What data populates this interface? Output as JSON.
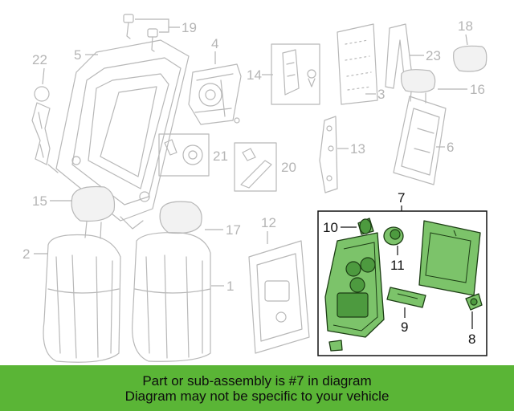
{
  "callouts": {
    "c1": "1",
    "c2": "2",
    "c3": "3",
    "c4": "4",
    "c5": "5",
    "c6": "6",
    "c7": "7",
    "c8": "8",
    "c9": "9",
    "c10": "10",
    "c11": "11",
    "c12": "12",
    "c13": "13",
    "c14": "14",
    "c15": "15",
    "c16": "16",
    "c17": "17",
    "c18": "18",
    "c19": "19",
    "c20": "20",
    "c21": "21",
    "c22": "22",
    "c23": "23"
  },
  "colors": {
    "highlight_part": "#7cc36a",
    "banner": "#5ab536",
    "ghost_parts": "#b8b8b8"
  },
  "banner": {
    "line1": "Part or sub-assembly is #7 in diagram",
    "line2": "Diagram may not be specific to your vehicle"
  }
}
